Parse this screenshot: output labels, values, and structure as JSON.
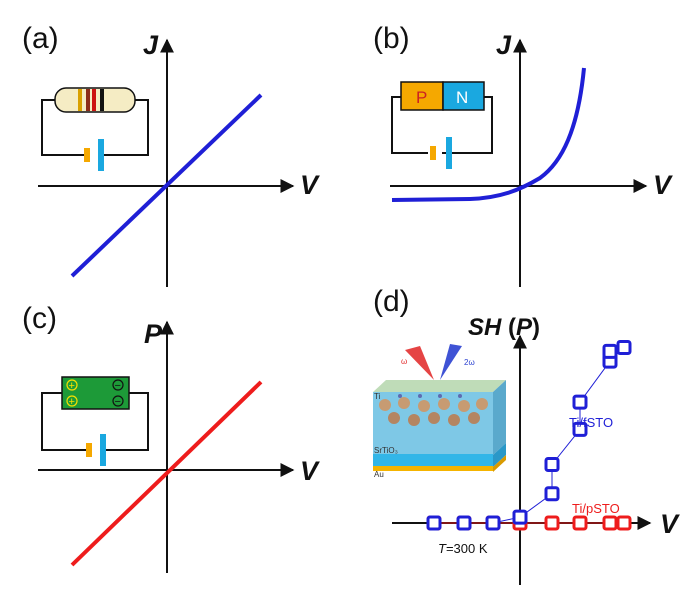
{
  "panels": {
    "a": {
      "label": "(a)",
      "y_axis": "J",
      "x_axis": "V"
    },
    "b": {
      "label": "(b)",
      "y_axis": "J",
      "x_axis": "V",
      "p_label": "P",
      "n_label": "N"
    },
    "c": {
      "label": "(c)",
      "y_axis": "P",
      "x_axis": "V",
      "plus": "+",
      "minus": "−"
    },
    "d": {
      "label": "(d)",
      "y_axis_main": "SH",
      "y_axis_paren_open": " (",
      "y_axis_var": "P",
      "y_axis_paren_close": ")",
      "x_axis": "V",
      "series_blue": "Ti/fSTO",
      "series_red": "Ti/pSTO",
      "temp_var": "T",
      "temp_val": "=300 K",
      "inset": {
        "omega": "ω",
        "two_omega": "2ω",
        "ti": "Ti",
        "srtio3": "SrTiO₃",
        "au": "Au"
      }
    }
  },
  "colors": {
    "blue": "#1f1fd6",
    "red": "#ee1c1c",
    "orange": "#f5a800",
    "cyan": "#1aa8e0",
    "green": "#1d9a38",
    "black": "#111111"
  },
  "chart_data": {
    "type": "scatter",
    "title": "",
    "xlabel": "V",
    "ylabel": "SH (P)",
    "x_ticks": [],
    "series": [
      {
        "name": "Ti/fSTO",
        "color": "#1f1fd6",
        "points": [
          [
            -0.86,
            0.0
          ],
          [
            -0.56,
            0.0
          ],
          [
            -0.27,
            0.0
          ],
          [
            0.0,
            0.03
          ],
          [
            0.32,
            0.15
          ],
          [
            0.32,
            0.3
          ],
          [
            0.6,
            0.48
          ],
          [
            0.6,
            0.62
          ],
          [
            0.9,
            0.83
          ],
          [
            0.9,
            0.88
          ],
          [
            1.04,
            0.9
          ]
        ]
      },
      {
        "name": "Ti/pSTO",
        "color": "#ee1c1c",
        "points": [
          [
            -0.86,
            0.0
          ],
          [
            -0.56,
            0.0
          ],
          [
            -0.27,
            0.0
          ],
          [
            0.0,
            0.0
          ],
          [
            0.32,
            0.0
          ],
          [
            0.6,
            0.0
          ],
          [
            0.9,
            0.0
          ],
          [
            1.04,
            0.0
          ]
        ]
      }
    ]
  }
}
